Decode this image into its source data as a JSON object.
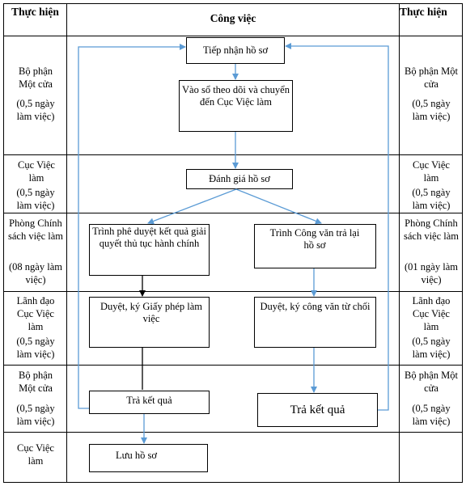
{
  "header": {
    "col_left": "Thực hiện",
    "col_mid": "Công việc",
    "col_right": "Thực hiện"
  },
  "rows": [
    {
      "unit": "Bộ phận Một cửa",
      "time_left": "(0,5 ngày làm việc)",
      "time_right": "(0,5 ngày làm việc)"
    },
    {
      "unit": "Cục Việc làm",
      "time_left": "(0,5 ngày làm việc)",
      "time_right": "(0,5  ngày làm việc)"
    },
    {
      "unit": "Phòng Chính sách việc làm",
      "time_left": "(08 ngày làm việc)",
      "time_right": "(01 ngày làm việc)"
    },
    {
      "unit": "Lãnh đạo Cục Việc làm",
      "time_left": "(0,5  ngày làm việc)",
      "time_right": "(0,5 ngày làm việc)"
    },
    {
      "unit": "Bộ phận Một cửa",
      "time_left": "(0,5 ngày làm việc)",
      "time_right": "(0,5 ngày làm việc)"
    },
    {
      "unit": "Cục Việc làm",
      "time_left": "",
      "time_right": ""
    }
  ],
  "boxes": {
    "receive": "Tiếp nhận hồ sơ",
    "log": "Vào sổ theo dõi và chuyển đến Cục Việc làm",
    "evaluate": "Đánh giá hồ sơ",
    "submit_approve": "Trình phê duyệt kết quả giải quyết thủ tục hành chính",
    "submit_return": "Trình Công văn trả lại hồ sơ",
    "sign_permit": "Duyệt, ký Giấy phép làm việc",
    "sign_refusal": "Duyệt, ký công văn từ chối",
    "return_left": "Trả kết quả",
    "return_right": "Trả kết quả",
    "archive": "Lưu hồ sơ"
  },
  "colors": {
    "arrow_blue": "#5b9bd5",
    "arrow_black": "#000000",
    "border": "#000000"
  }
}
